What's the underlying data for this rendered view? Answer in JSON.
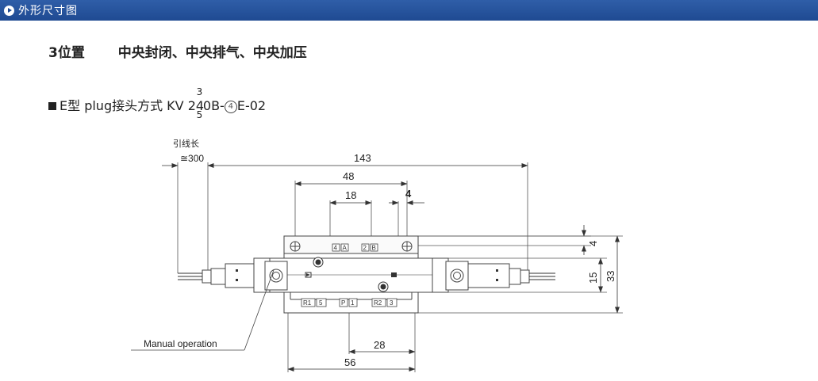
{
  "header": {
    "title": "外形尺寸图"
  },
  "subtitle": {
    "position": "3位置",
    "functions": "中央封闭、中央排气、中央加压"
  },
  "model_line": {
    "prefix": "E型 plug接头方式 KV 2",
    "stack_top": "3",
    "stack_mid": "4",
    "stack_bottom": "5",
    "mid1": "0B-",
    "circled": "4",
    "suffix": "E-02"
  },
  "diagram": {
    "lead_label": "引线长",
    "lead_length": "≅300",
    "dim_143": "143",
    "dim_48": "48",
    "dim_18": "18",
    "dim_4_top": "4",
    "dim_4_right": "4",
    "dim_15": "15",
    "dim_33": "33",
    "dim_28": "28",
    "dim_56": "56",
    "manual_operation": "Manual  operation",
    "port_a_num": "4",
    "port_a_letter": "A",
    "port_b_num": "2",
    "port_b_letter": "B",
    "port_r1": "R1",
    "port_r1_num": "5",
    "port_p": "P",
    "port_p_num": "1",
    "port_r2": "R2",
    "port_r2_num": "3"
  }
}
